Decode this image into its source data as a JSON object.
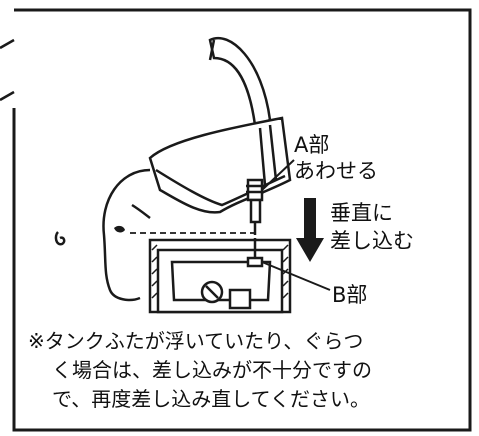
{
  "labels": {
    "part_a": "A部",
    "align": "あわせる",
    "vertical_line1": "垂直に",
    "vertical_line2": "差し込む",
    "part_b": "B部"
  },
  "note": {
    "line1": "※タンクふたが浮いていたり、ぐらつ",
    "line2": "く場合は、差し込みが不十分ですの",
    "line3": "で、再度差し込み直してください。"
  },
  "colors": {
    "line": "#1a1a1a",
    "background": "#ffffff"
  }
}
